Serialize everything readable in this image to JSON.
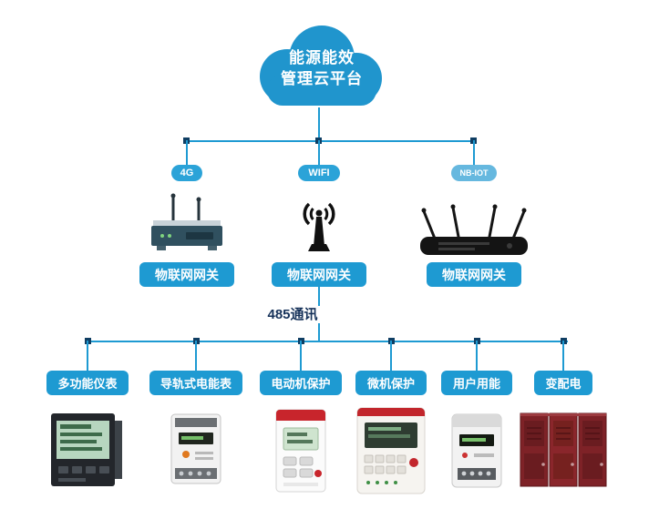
{
  "cloud": {
    "line1": "能源能效",
    "line2": "管理云平台"
  },
  "gateways": [
    {
      "badge": "4G",
      "label": "物联网网关",
      "image": "cellular-router"
    },
    {
      "badge": "WIFI",
      "label": "物联网网关",
      "image": "wifi-antenna"
    },
    {
      "badge": "NB-IOT",
      "label": "物联网网关",
      "image": "nbiot-router"
    }
  ],
  "bus": {
    "label": "485通讯"
  },
  "devices": [
    {
      "label": "多功能仪表",
      "image": "multifunction-meter"
    },
    {
      "label": "导轨式电能表",
      "image": "din-rail-energy-meter"
    },
    {
      "label": "电动机保护",
      "image": "motor-protector"
    },
    {
      "label": "微机保护",
      "image": "microcomputer-protection-device"
    },
    {
      "label": "用户用能",
      "image": "user-energy-meter"
    },
    {
      "label": "变配电",
      "image": "power-distribution-cabinets"
    }
  ],
  "colors": {
    "accent_blue": "#1e9ad2",
    "badge_blue": "#2ba3d8",
    "nbiot_badge_blue": "#66b8df",
    "junction_navy": "#0f3e63",
    "bus_text_navy": "#16325a",
    "background": "#ffffff"
  }
}
